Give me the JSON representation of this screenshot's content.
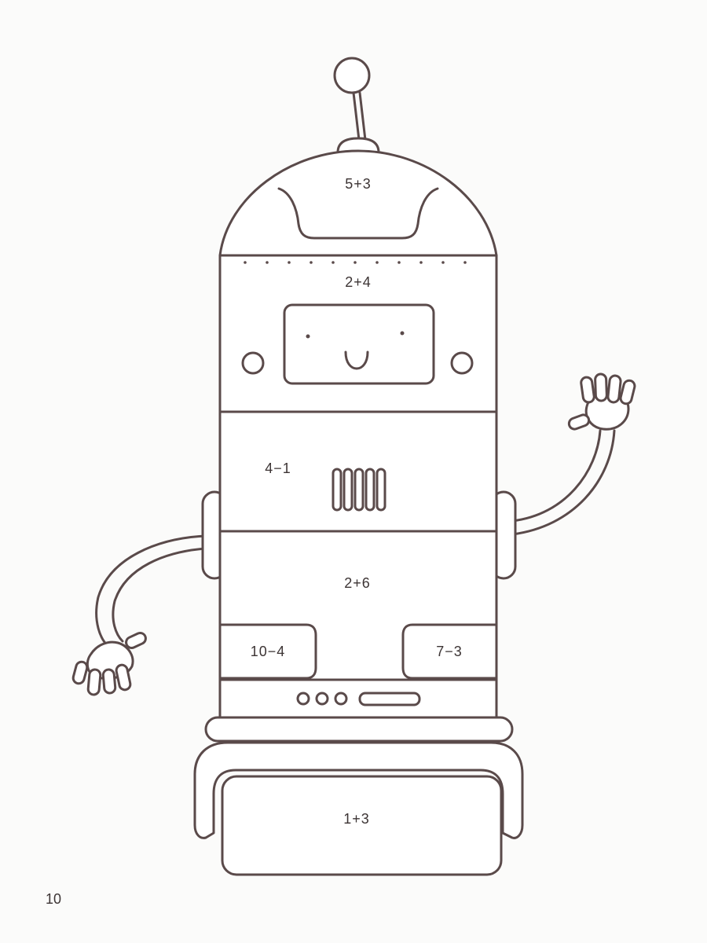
{
  "page_number": "10",
  "sums": {
    "head": "5+3",
    "face_band": "2+4",
    "chest": "4−1",
    "belly": "2+6",
    "left_panel": "10−4",
    "right_panel": "7−3",
    "base": "1+3"
  },
  "colors": {
    "line": "#5a4a4a",
    "paper": "#fbfbfa",
    "fill": "#ffffff"
  }
}
